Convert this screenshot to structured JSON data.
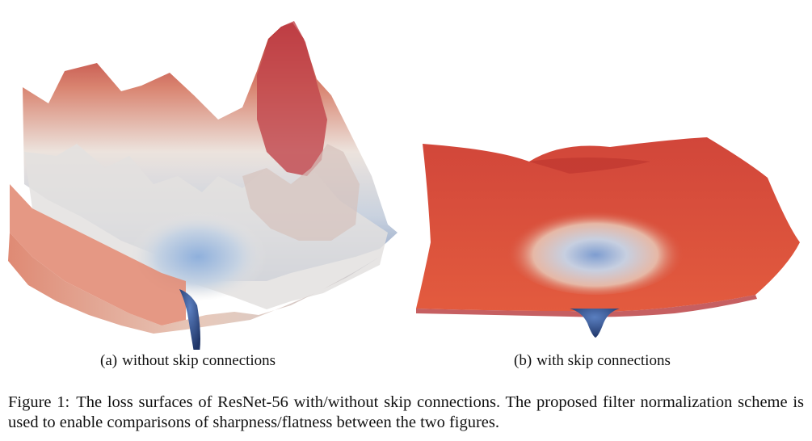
{
  "subfigures": [
    {
      "label": "(a)",
      "caption": "without skip connections"
    },
    {
      "label": "(b)",
      "caption": "with skip connections"
    }
  ],
  "figure": {
    "label": "Figure 1:",
    "caption": "The loss surfaces of ResNet-56 with/without skip connections. The proposed filter normalization scheme is used to enable comparisons of sharpness/flatness between the two figures."
  },
  "colors": {
    "high_loss": "#b3262b",
    "mid_loss": "#e9ddd6",
    "low_loss": "#2c4c8c"
  }
}
